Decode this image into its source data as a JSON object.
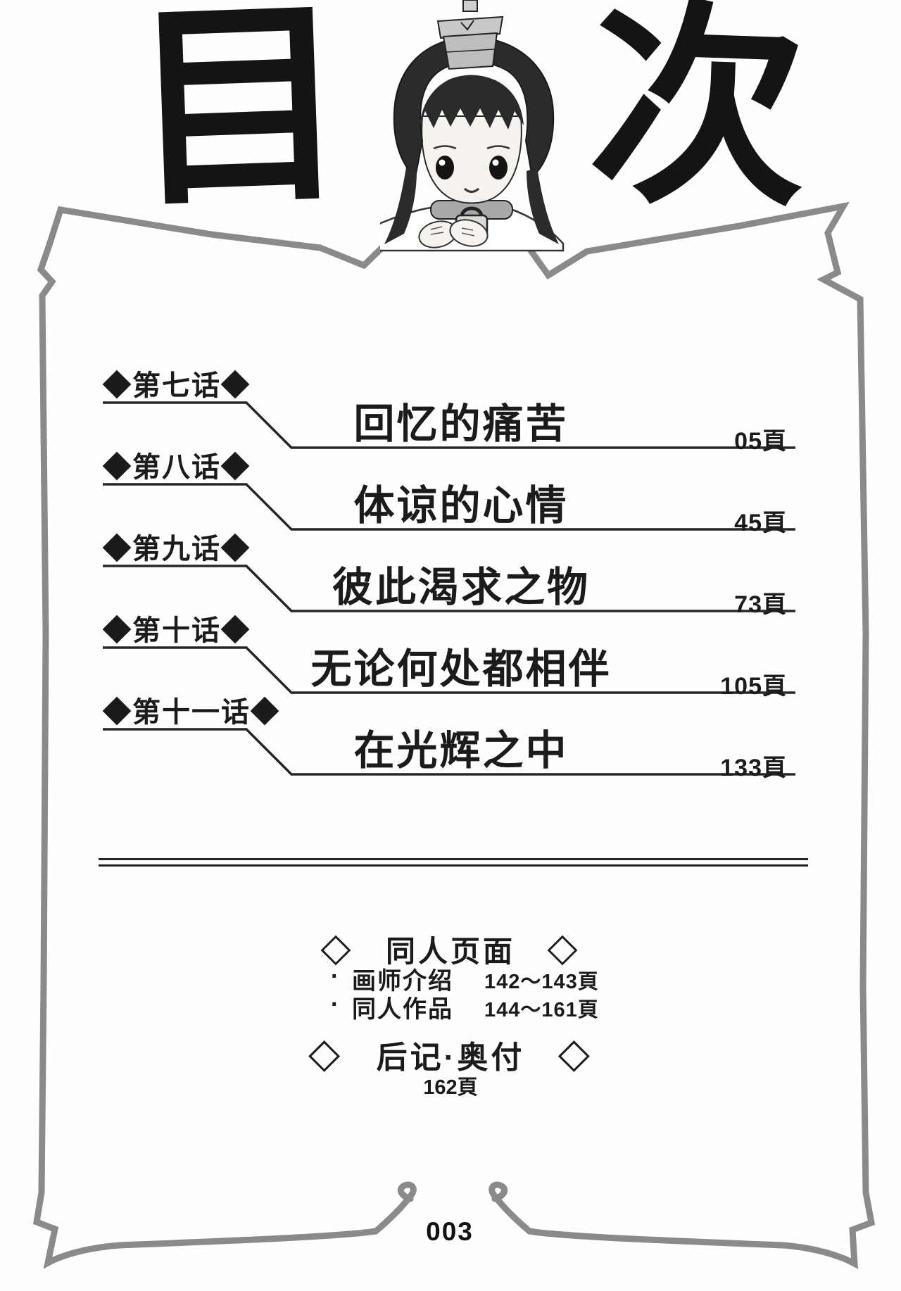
{
  "page": {
    "title_left_char": "目",
    "title_right_char": "次",
    "folio": "003"
  },
  "toc": {
    "entries": [
      {
        "chapter": "◆第七话◆",
        "title": "回忆的痛苦",
        "page": "05頁"
      },
      {
        "chapter": "◆第八话◆",
        "title": "体谅的心情",
        "page": "45頁"
      },
      {
        "chapter": "◆第九话◆",
        "title": "彼此渴求之物",
        "page": "73頁"
      },
      {
        "chapter": "◆第十话◆",
        "title": "无论何处都相伴",
        "page": "105頁"
      },
      {
        "chapter": "◆第十一话◆",
        "title": "在光辉之中",
        "page": "133頁"
      }
    ]
  },
  "extras": {
    "fan_section": {
      "heading": "◇　同人页面　◇",
      "items": [
        {
          "bullet": "·",
          "label": "画师介绍",
          "pages": "142～143頁"
        },
        {
          "bullet": "·",
          "label": "同人作品",
          "pages": "144～161頁"
        }
      ]
    },
    "afterword_section": {
      "heading": "◇　后记·奥付　◇",
      "page": "162頁"
    }
  },
  "illustration": {
    "name": "chibi-girl-with-crown-and-lock-collar"
  },
  "colors": {
    "ink": "#1b1b1b",
    "frame_gray": "#8a8a8a",
    "paper": "#fefefe"
  }
}
